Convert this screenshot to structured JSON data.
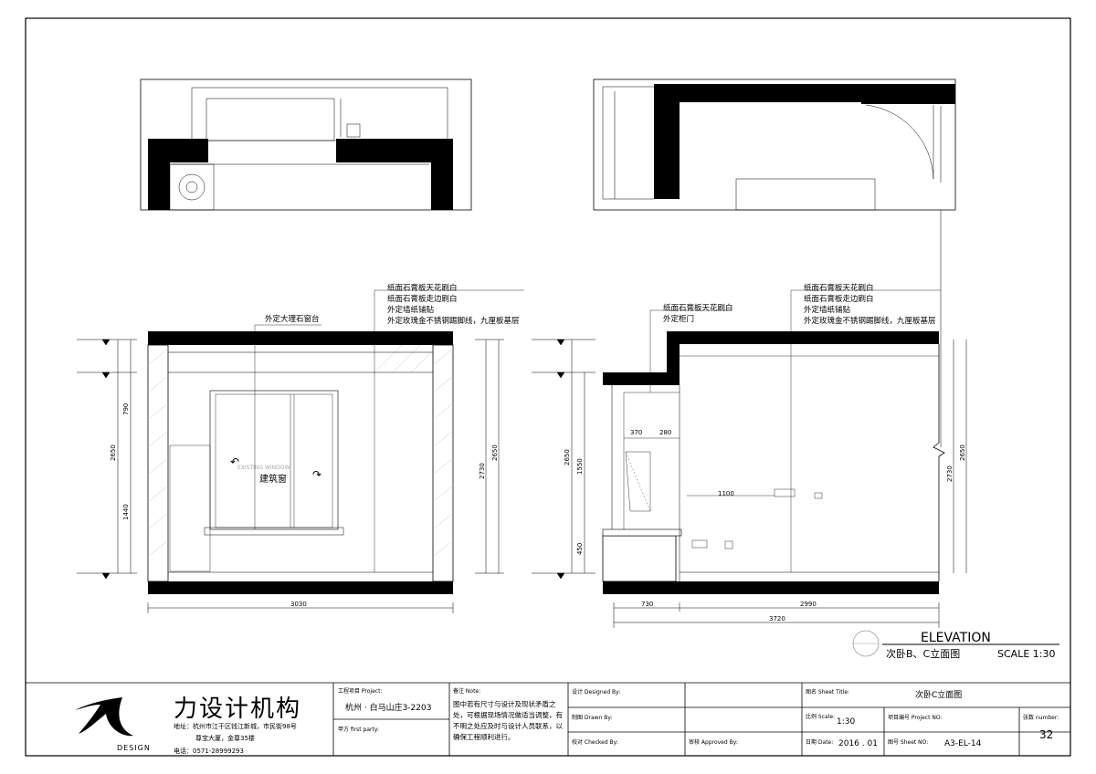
{
  "sheet": {
    "label_heading": "ELEVATION",
    "label_title": "次卧B、C立面图",
    "label_scale": "SCALE  1:30"
  },
  "left_elevation": {
    "callout_window": "外定大理石窗台",
    "callout_ceiling": [
      "纸面石膏板天花刷白",
      "纸面石膏板走边刷白",
      "外定墙纸铺贴",
      "外定玫瑰金不锈钢踢脚线，九厘板基层"
    ],
    "window_label": "建筑窗",
    "overall_width": "3030",
    "dims_left": [
      "2650",
      "790",
      "1440"
    ],
    "dims_right": [
      "2730",
      "2650"
    ]
  },
  "right_elevation": {
    "callout_door": [
      "纸面石膏板天花刷白",
      "外定柜门"
    ],
    "callout_ceiling": [
      "纸面石膏板天花刷白",
      "纸面石膏板走边刷白",
      "外定墙纸铺贴",
      "外定玫瑰金不锈钢踢脚线，九厘板基层"
    ],
    "dims_bottom": [
      "730",
      "2990"
    ],
    "overall_width": "3720",
    "dims_inner": [
      "370",
      "280",
      "1100"
    ],
    "dims_left": [
      "2650",
      "1550",
      "450"
    ],
    "dims_right": [
      "2730",
      "2650"
    ]
  },
  "title_block": {
    "company_name": "力设计机构",
    "logo_caption": "DESIGN",
    "address_1": "地址：杭州市江干区钱江新城，市民街98号",
    "address_2": "尊宝大厦，金尊35楼",
    "phone": "电话：0571-28999293",
    "project_label": "工程项目 Project:",
    "project_value": "杭州 · 白马山庄3-2203",
    "client_label": "甲方 first party:",
    "note_label": "备注 Note:",
    "note_text": "图中若有尺寸与设计及现状矛盾之处，可根据现场情况做适当调整，有不明之处应及时与设计人员联系，以确保工程顺利进行。",
    "designed_label": "设计 Designed By:",
    "drawn_label": "制图 Drawn By:",
    "checked_label": "校对 Checked By:",
    "approved_label": "审核 Approved By:",
    "sheet_title_label": "图名 Sheet Title:",
    "sheet_title_value": "次卧C立面图",
    "scale_label": "比例 Scale:",
    "scale_value": "1:30",
    "project_no_label": "项目编号 Project NO:",
    "sheet_count_label": "张数 number:",
    "sheet_count_value": "32",
    "date_label": "日期 Date:",
    "date_value": "2016 . 01",
    "sheet_no_label": "图号 Sheet NO:",
    "sheet_no_value": "A3-EL-14"
  }
}
